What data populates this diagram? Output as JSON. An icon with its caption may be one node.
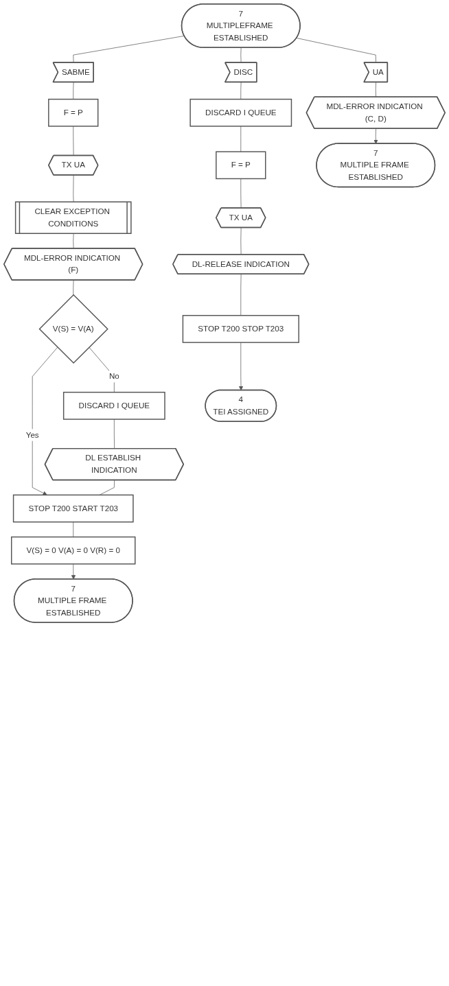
{
  "diagram": {
    "nodes": [
      {
        "text": [
          "7",
          "MULTIPLEFRAME ESTABLISHED"
        ]
      },
      {
        "text": [
          "SABME"
        ]
      },
      {
        "text": [
          "F = P"
        ]
      },
      {
        "text": [
          "TX UA"
        ]
      },
      {
        "text": [
          "CLEAR EXCEPTION CONDITIONS"
        ]
      },
      {
        "text": [
          "MDL-ERROR INDICATION (F)"
        ]
      },
      {
        "text": [
          "V(S) = V(A)"
        ]
      },
      {
        "text": [
          "DISCARD I QUEUE"
        ]
      },
      {
        "text": [
          "DL ESTABLISH INDICATION"
        ]
      },
      {
        "text": [
          "STOP T200 START T203"
        ]
      },
      {
        "text": [
          "V(S) = 0 V(A) = 0 V(R) = 0"
        ]
      },
      {
        "text": [
          "7",
          "MULTIPLE FRAME ESTABLISHED"
        ]
      },
      {
        "text": [
          "DISC"
        ]
      },
      {
        "text": [
          "DISCARD I QUEUE"
        ]
      },
      {
        "text": [
          "F = P"
        ]
      },
      {
        "text": [
          "TX UA"
        ]
      },
      {
        "text": [
          "DL-RELEASE INDICATION"
        ]
      },
      {
        "text": [
          "STOP T200 STOP T203"
        ]
      },
      {
        "text": [
          "4",
          "TEI ASSIGNED"
        ]
      },
      {
        "text": [
          "UA"
        ]
      },
      {
        "text": [
          "MDL-ERROR INDICATION (C, D)"
        ]
      },
      {
        "text": [
          "7",
          "MULTIPLE FRAME ESTABLISHED"
        ]
      }
    ],
    "edges": [
      {
        "from": 0,
        "to": 1,
        "arrow": "none"
      },
      {
        "from": 0,
        "to": 12,
        "arrow": "none"
      },
      {
        "from": 0,
        "to": 19,
        "arrow": "none"
      },
      {
        "from": 1,
        "to": 2,
        "arrow": "none"
      },
      {
        "from": 2,
        "to": 3,
        "arrow": "none"
      },
      {
        "from": 3,
        "to": 4,
        "arrow": "none"
      },
      {
        "from": 4,
        "to": 5,
        "arrow": "none"
      },
      {
        "from": 5,
        "to": 6,
        "arrow": "none"
      },
      {
        "from": 6,
        "to": 9,
        "arrow": "to",
        "label": "Yes"
      },
      {
        "from": 6,
        "to": 7,
        "arrow": "none",
        "label": "No"
      },
      {
        "from": 7,
        "to": 8,
        "arrow": "none"
      },
      {
        "from": 8,
        "to": 9,
        "arrow": "none"
      },
      {
        "from": 9,
        "to": 10,
        "arrow": "none"
      },
      {
        "from": 10,
        "to": 11,
        "arrow": "to"
      },
      {
        "from": 12,
        "to": 13,
        "arrow": "none"
      },
      {
        "from": 13,
        "to": 14,
        "arrow": "none"
      },
      {
        "from": 14,
        "to": 15,
        "arrow": "none"
      },
      {
        "from": 15,
        "to": 16,
        "arrow": "none"
      },
      {
        "from": 16,
        "to": 17,
        "arrow": "none"
      },
      {
        "from": 17,
        "to": 18,
        "arrow": "to"
      },
      {
        "from": 19,
        "to": 20,
        "arrow": "none"
      },
      {
        "from": 20,
        "to": 21,
        "arrow": "to"
      }
    ]
  }
}
